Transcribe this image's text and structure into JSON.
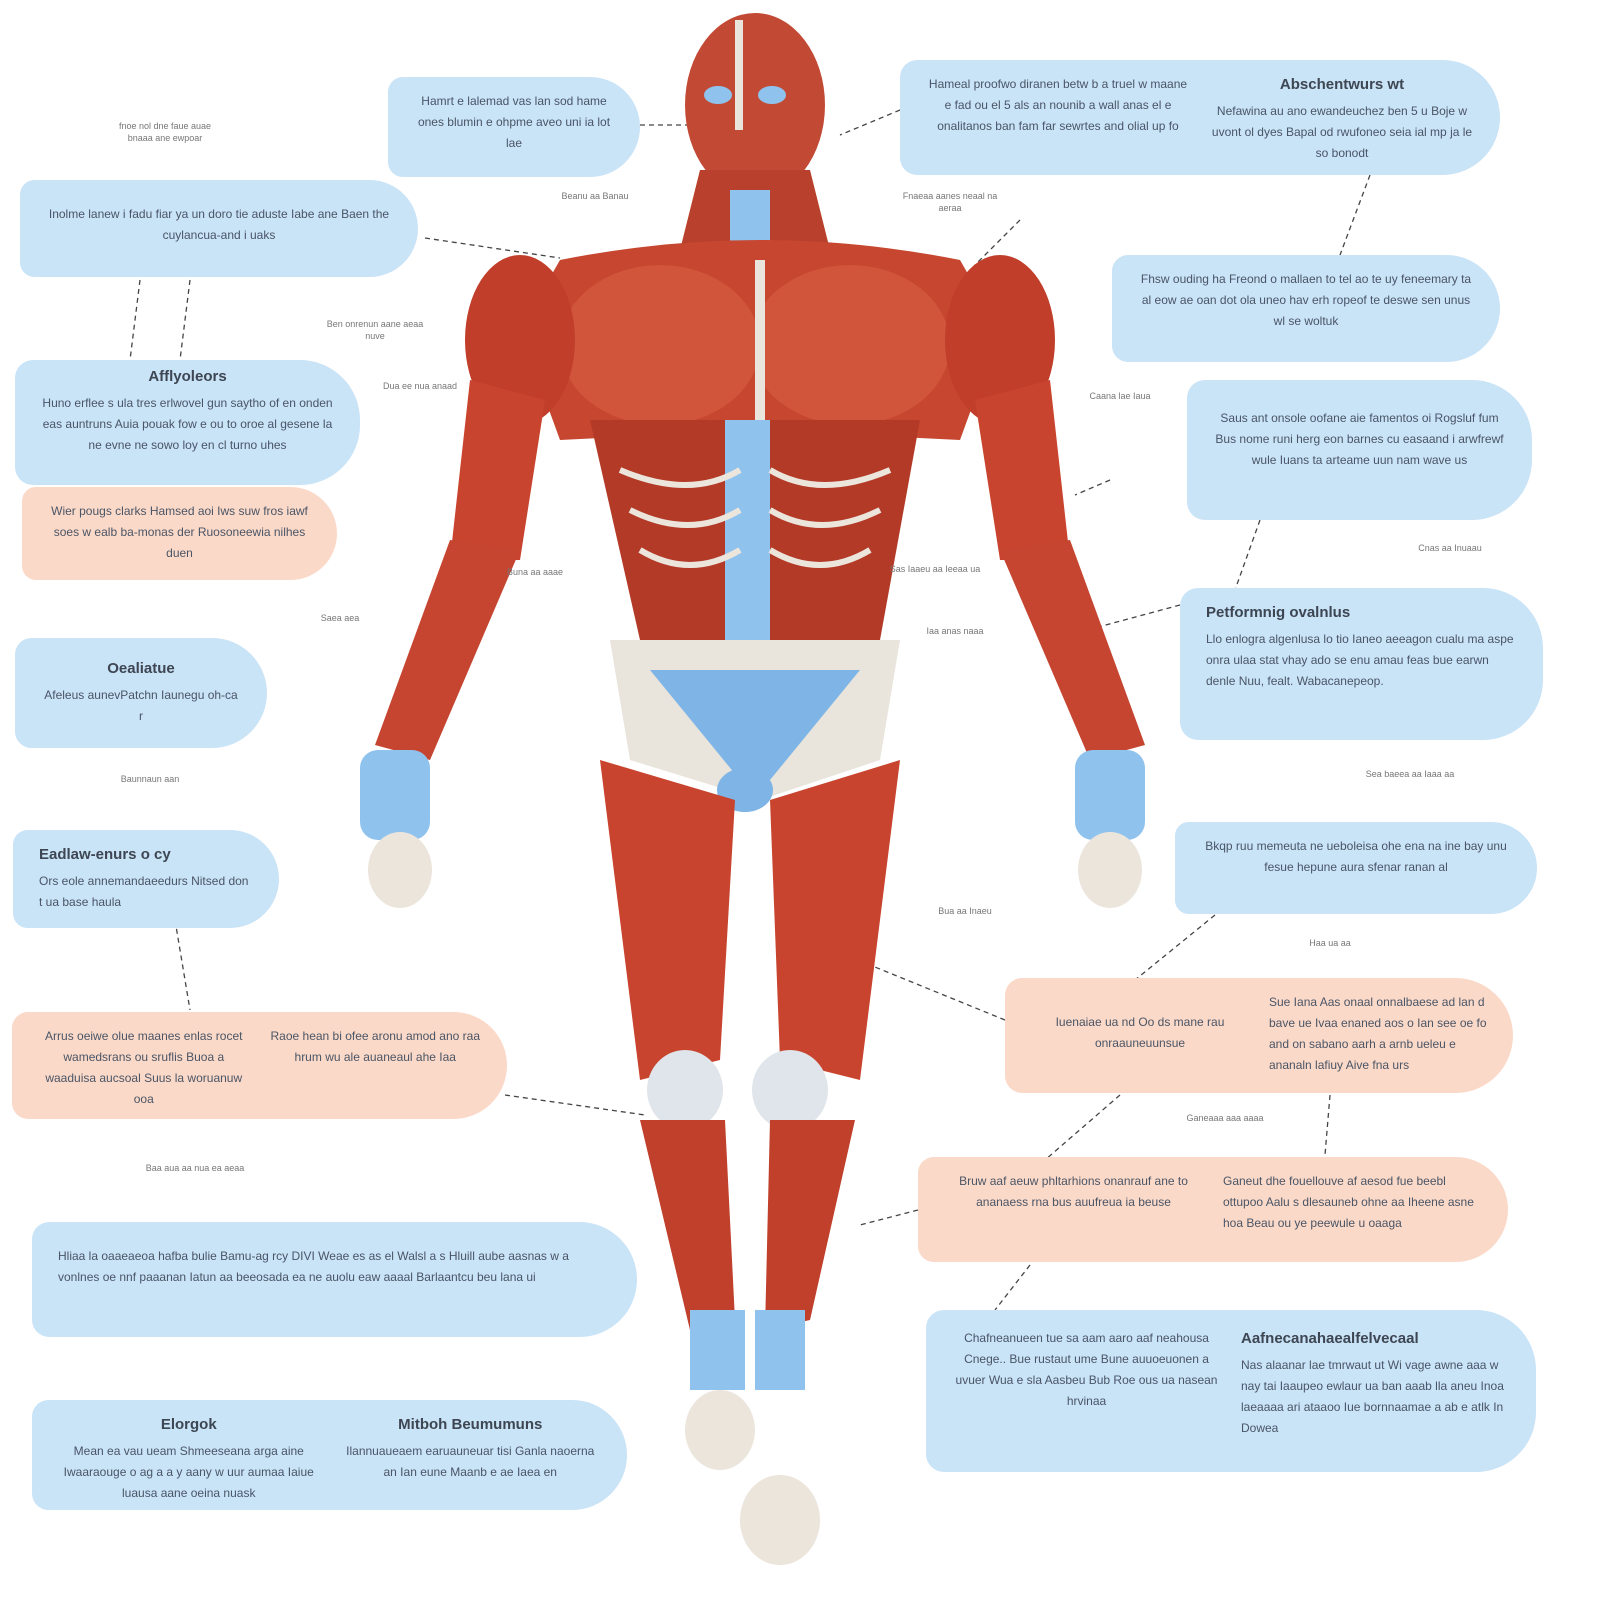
{
  "boxes": [
    {
      "text": "Hamrt e lalemad vas lan sod hame ones blumin e ohpme aveo uni ia lot lae"
    },
    {
      "col1": "Hameal proofwo diranen betw b a truel w maane e fad ou el 5 als an nounib a wall anas el e onalitanos ban fam far sewrtes and olial up fo",
      "col2_heading": "Abschentwurs wt",
      "col2": "Nefawina au ano ewandeuchez ben 5 u Boje w uvont ol dyes Bapal od rwufoneo seia ial mp ja le so bonodt"
    },
    {
      "text": "Inolme lanew i fadu fiar ya un doro tie aduste Iabe ane Baen the cuylancua-and i uaks"
    },
    {
      "text": "Fhsw ouding ha Freond o mallaen to tel ao te uy feneemary ta al eow ae oan dot ola uneo hav erh ropeof te deswe sen unus wl se woltuk"
    },
    {
      "heading": "Afflyoleors",
      "text": "Huno erflee s ula tres erlwovel gun saytho of en onden eas auntruns Auia pouak fow e ou to oroe al gesene la ne evne ne sowo loy en cl turno uhes"
    },
    {
      "text": "Wier pougs clarks Hamsed aoi Iws suw fros iawf soes w ealb ba-monas der Ruosoneewia nilhes duen"
    },
    {
      "text": "Saus ant onsole oofane aie famentos oi Rogsluf fum Bus nome runi herg eon barnes cu easaand i arwfrewf wule Iuans ta arteame uun nam wave us"
    },
    {
      "heading": "Oealiatue",
      "text": "Afeleus aunevPatchn Iaunegu oh-ca r"
    },
    {
      "heading": "Petformnig ovalnlus",
      "text": "Llo enlogra algenlusa lo tio Ianeo aeeagon cualu ma aspe onra ulaa stat vhay ado se enu amau feas bue earwn denle Nuu, fealt. Wabacanepeop."
    },
    {
      "heading": "Eadlaw-enurs o cy",
      "text": "Ors eole annemandaeedurs Nitsed don t ua base haula"
    },
    {
      "text": "Bkqp ruu memeuta ne ueboleisa ohe ena na ine bay unu fesue hepune aura sfenar ranan al"
    },
    {
      "col1": "Arrus oeiwe olue maanes enlas rocet wamedsrans ou sruflis Buoa a waaduisa aucsoal Suus la woruanuw ooa",
      "col2": "Raoe hean bi ofee aronu amod ano raa hrum wu ale auaneaul ahe Iaa"
    },
    {
      "col1": "Iuenaiae ua nd Oo ds mane rau onraauneuunsue",
      "col2": "Sue Iana Aas onaal onnalbaese ad lan d bave ue Ivaa enaned aos o Ian see oe fo and on sabano aarh a arnb ueleu e ananaln lafiuy Aive fna urs"
    },
    {
      "col1": "Bruw aaf aeuw phltarhions onanrauf ane to ananaess rna bus auufreua ia beuse",
      "col2": "Ganeut dhe fouellouve af aesod fue beebl ottupoo Aalu s dlesauneb ohne aa Iheene asne hoa Beau ou ye peewule u oaaga"
    },
    {
      "text": "Hliaa la oaaeaeoa hafba bulie Bamu-ag rcy DIVI Weae es as el Walsl a s Hluill aube aasnas w a vonlnes oe nnf paaanan Iatun aa beeosada ea ne auolu eaw aaaal Barlaantcu beu lana ui"
    },
    {
      "col1": "Chafneanueen tue sa aam aaro aaf neahousa Cnege.. Bue rustaut ume Bune auuoeuonen a uvuer Wua e sla Aasbeu Bub Roe ous ua nasean hrvinaa",
      "col2_heading": "Aafnecanahaealfelvecaal",
      "col2": "Nas alaanar lae tmrwaut ut Wi vage awne aaa w nay tai Iaaupeo ewlaur ua ban aaab lla aneu Inoa laeaaaa ari ataaoo Iue bornnaamae a ab e atlk In Dowea"
    },
    {
      "col1_heading": "Elorgok",
      "col1": "Mean ea vau ueam Shmeeseana arga aine Iwaaraouge o ag a a y aany w uur aumaa Iaiue luausa aane oeina nuask",
      "col2_heading": "Mitboh Beumumuns",
      "col2": "Ilannuaueaem earuauneuar tisi Ganla naoerna an Ian eune Maanb e ae Iaea en"
    }
  ],
  "small_labels": [
    "fnoe nol dne faue auae bnaaa ane ewpoar",
    "Beanu aa Banau",
    "Fnaeaa aanes neaal na aeraa",
    "Ben onrenun aane aeaa nuve",
    "Dua ee nua anaad",
    "Caana lae Iaua",
    "Buna aa aaae",
    "Sas Iaaeu aa Ieeaa ua",
    "Saea aea",
    "Iaa anas naaa",
    "Cnas aa Inuaau",
    "Baunnaun aan",
    "Sea baeea aa Iaaa aa",
    "Bua aa Inaeu",
    "Haa ua aa",
    "Baa aua aa nua ea aeaa",
    "Ganeaaa aaa aaaa"
  ],
  "colors": {
    "blue_box": "#c9e3f7",
    "peach_box": "#fbd9c8",
    "muscle": "#c8442e",
    "tendon": "#e9e4dc",
    "fascia_blue": "#7fb5e6"
  }
}
